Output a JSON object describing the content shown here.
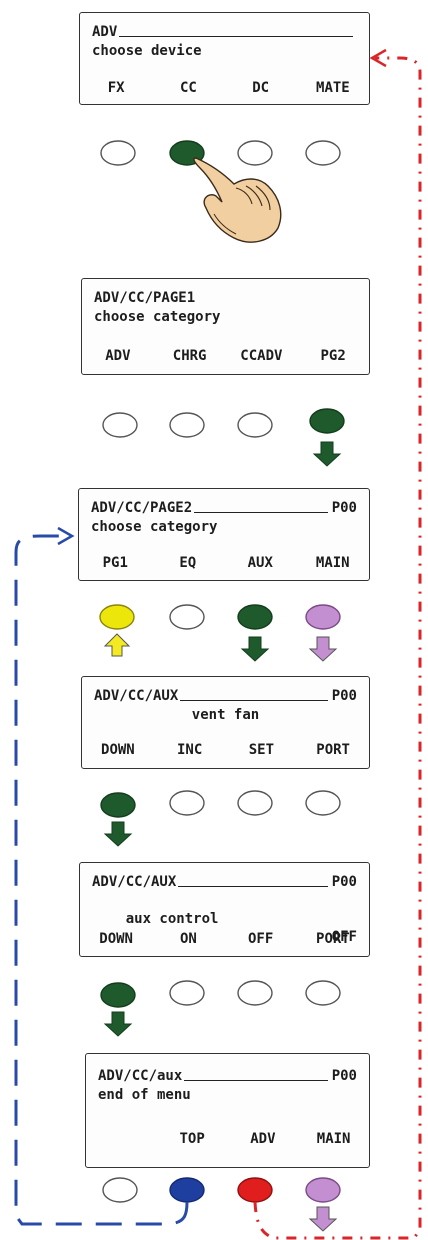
{
  "colors": {
    "lcd_border": "#333333",
    "button_outline": "#555555",
    "dark_green": "#1e5a2c",
    "yellow": "#ece60a",
    "pink": "#c48fd0",
    "blue": "#1f3fa0",
    "red": "#e01e1e",
    "dashed_blue": "#2a4aa8",
    "dotted_red": "#d8262a"
  },
  "icons": [
    "hand-pointer-icon",
    "down-arrow-icon",
    "up-arrow-icon"
  ],
  "screens": [
    {
      "id": "screen-1",
      "line1_left": "ADV",
      "line1_right": "",
      "line2": "choose device",
      "keys": [
        "FX",
        "CC",
        "DC",
        "MATE"
      ],
      "pressed_button": 2
    },
    {
      "id": "screen-2",
      "line1_left": "ADV/CC/PAGE1",
      "line1_right": "",
      "line2": "choose category",
      "keys": [
        "ADV",
        "CHRG",
        "CCADV",
        "PG2"
      ],
      "pressed_button": 4
    },
    {
      "id": "screen-3",
      "line1_left": "ADV/CC/PAGE2",
      "line1_right": "P00",
      "line2": "choose category",
      "keys": [
        "PG1",
        "EQ",
        "AUX",
        "MAIN"
      ]
    },
    {
      "id": "screen-4",
      "line1_left": "ADV/CC/AUX",
      "line1_right": "P00",
      "line2": "vent fan",
      "keys": [
        "DOWN",
        "INC",
        "SET",
        "PORT"
      ],
      "pressed_button": 1
    },
    {
      "id": "screen-5",
      "line1_left": "ADV/CC/AUX",
      "line1_right": "P00",
      "line2": "aux control",
      "line2_right": "OFF",
      "keys": [
        "DOWN",
        "ON",
        "OFF",
        "PORT"
      ],
      "pressed_button": 1
    },
    {
      "id": "screen-6",
      "line1_left": "ADV/CC/aux",
      "line1_right": "P00",
      "line2": "end of menu",
      "keys": [
        "",
        "TOP",
        "ADV",
        "MAIN"
      ]
    }
  ]
}
